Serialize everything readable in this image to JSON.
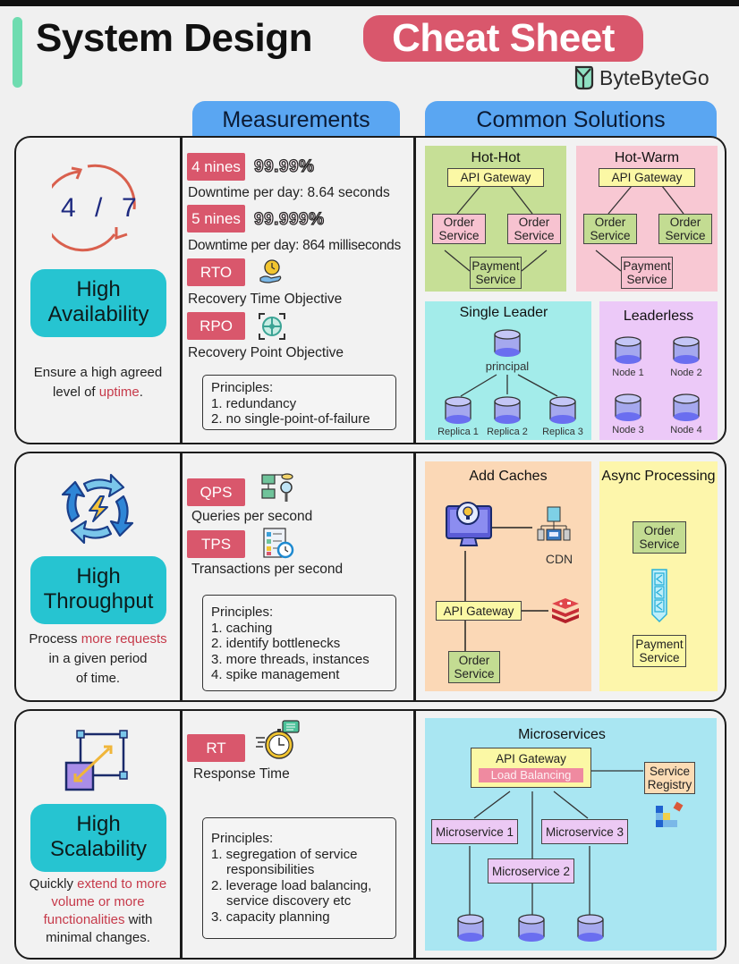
{
  "header": {
    "title": "System Design",
    "title_highlight": "Cheat Sheet",
    "brand": "ByteByteGo"
  },
  "columns": {
    "measurements": "Measurements",
    "common_solutions": "Common Solutions"
  },
  "colors": {
    "accent_red": "#d9576c",
    "badge_teal": "#26c4d1",
    "tab_blue": "#5aa6f2",
    "highlight_text": "#c63a4a"
  },
  "rows": [
    {
      "category": "High Availability",
      "category_lines": [
        "High",
        "Availability"
      ],
      "icon": "availability-24-7-icon",
      "description_parts": [
        {
          "text": "Ensure a high agreed level of ",
          "highlight": false
        },
        {
          "text": "uptime",
          "highlight": true
        },
        {
          "text": ".",
          "highlight": false
        }
      ],
      "desc_line1": "Ensure a high agreed",
      "desc_line2_a": "level of ",
      "desc_line2_b": "uptime",
      "desc_line2_c": ".",
      "measurements": [
        {
          "tag": "4 nines",
          "value": "99.99%",
          "text": "Downtime per day: 8.64 seconds"
        },
        {
          "tag": "5 nines",
          "value": "99.999%",
          "text": "Downtime per day: 864 milliseconds"
        },
        {
          "tag": "RTO",
          "icon": "clock-hand-icon",
          "text": "Recovery Time Objective"
        },
        {
          "tag": "RPO",
          "icon": "target-crosshair-icon",
          "text": "Recovery Point Objective"
        }
      ],
      "principles_title": "Principles:",
      "principles": [
        "1. redundancy",
        "2. no single-point-of-failure"
      ],
      "solutions": {
        "hot_hot": {
          "title": "Hot-Hot",
          "gateway": "API Gateway",
          "order1": "Order Service",
          "order2": "Order Service",
          "payment": "Payment Service"
        },
        "hot_warm": {
          "title": "Hot-Warm",
          "gateway": "API Gateway",
          "order1": "Order Service",
          "order2": "Order Service",
          "payment": "Payment Service"
        },
        "single_leader": {
          "title": "Single Leader",
          "principal": "principal",
          "replicas": [
            "Replica 1",
            "Replica 2",
            "Replica 3"
          ]
        },
        "leaderless": {
          "title": "Leaderless",
          "nodes": [
            "Node 1",
            "Node 2",
            "Node 3",
            "Node 4"
          ]
        }
      }
    },
    {
      "category": "High Throughput",
      "category_lines": [
        "High",
        "Throughput"
      ],
      "icon": "refresh-lightning-icon",
      "desc_line1_a": "Process ",
      "desc_line1_b": "more requests",
      "desc_line2": "in a given period",
      "desc_line3": "of time.",
      "measurements": [
        {
          "tag": "QPS",
          "icon": "database-search-icon",
          "text": "Queries per second"
        },
        {
          "tag": "TPS",
          "icon": "checklist-clock-icon",
          "text": "Transactions per second"
        }
      ],
      "principles_title": "Principles:",
      "principles": [
        "1. caching",
        "2. identify bottlenecks",
        "3. more threads, instances",
        "4. spike management"
      ],
      "solutions": {
        "add_caches": {
          "title": "Add Caches",
          "cdn": "CDN",
          "gateway": "API Gateway",
          "order": "Order Service"
        },
        "async": {
          "title": "Async Processing",
          "order": "Order Service",
          "payment": "Payment Service"
        }
      }
    },
    {
      "category": "High Scalability",
      "category_lines": [
        "High",
        "Scalability"
      ],
      "icon": "resize-scale-icon",
      "desc_line1_a": "Quickly ",
      "desc_line1_b": "extend to more",
      "desc_line2": "volume or more",
      "desc_line3_a": "functionalities",
      "desc_line3_b": " with",
      "desc_line4": "minimal changes.",
      "measurements": [
        {
          "tag": "RT",
          "icon": "stopwatch-icon",
          "text": "Response Time"
        }
      ],
      "principles_title": "Principles:",
      "principles": [
        "1. segregation of service responsibilities",
        "2. leverage load balancing, service discovery etc",
        "3. capacity planning"
      ],
      "solutions": {
        "microservices": {
          "title": "Microservices",
          "gateway": "API Gateway",
          "load_balancing": "Load Balancing",
          "registry": "Service Registry",
          "services": [
            "Microservice 1",
            "Microservice 2",
            "Microservice 3"
          ]
        }
      }
    }
  ]
}
